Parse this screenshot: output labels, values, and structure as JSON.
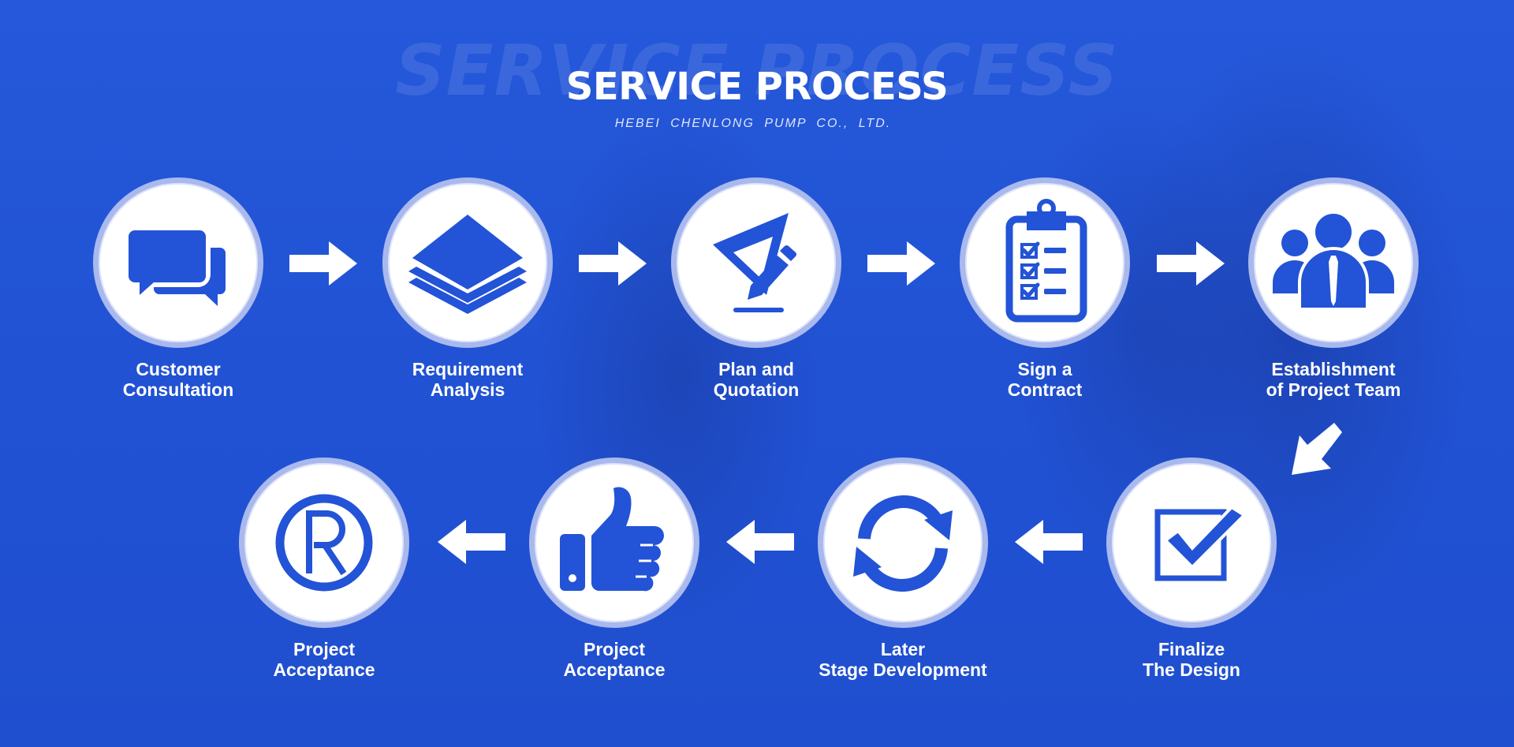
{
  "header": {
    "ghost_text": "SERVICE PROCESS",
    "title": "SERVICE PROCESS",
    "subtitle": "HEBEI CHENLONG PUMP CO., LTD."
  },
  "colors": {
    "background": "#2353d6",
    "icon": "#2353d6",
    "circle_ring": "#a9b9ee",
    "text": "#ffffff"
  },
  "steps": [
    {
      "line1": "Customer",
      "line2": "Consultation",
      "icon": "chat-bubbles-icon"
    },
    {
      "line1": "Requirement",
      "line2": "Analysis",
      "icon": "layers-icon"
    },
    {
      "line1": "Plan and",
      "line2": "Quotation",
      "icon": "triangle-ruler-pencil-icon"
    },
    {
      "line1": "Sign a",
      "line2": "Contract",
      "icon": "clipboard-checklist-icon"
    },
    {
      "line1": "Establishment",
      "line2": "of Project Team",
      "icon": "team-icon"
    },
    {
      "line1": "Finalize",
      "line2": "The Design",
      "icon": "checkbox-icon"
    },
    {
      "line1": "Later",
      "line2": "Stage Development",
      "icon": "refresh-cycle-icon"
    },
    {
      "line1": "Project",
      "line2": "Acceptance",
      "icon": "thumbs-up-icon"
    },
    {
      "line1": "Project",
      "line2": "Acceptance",
      "icon": "registered-mark-icon"
    }
  ]
}
